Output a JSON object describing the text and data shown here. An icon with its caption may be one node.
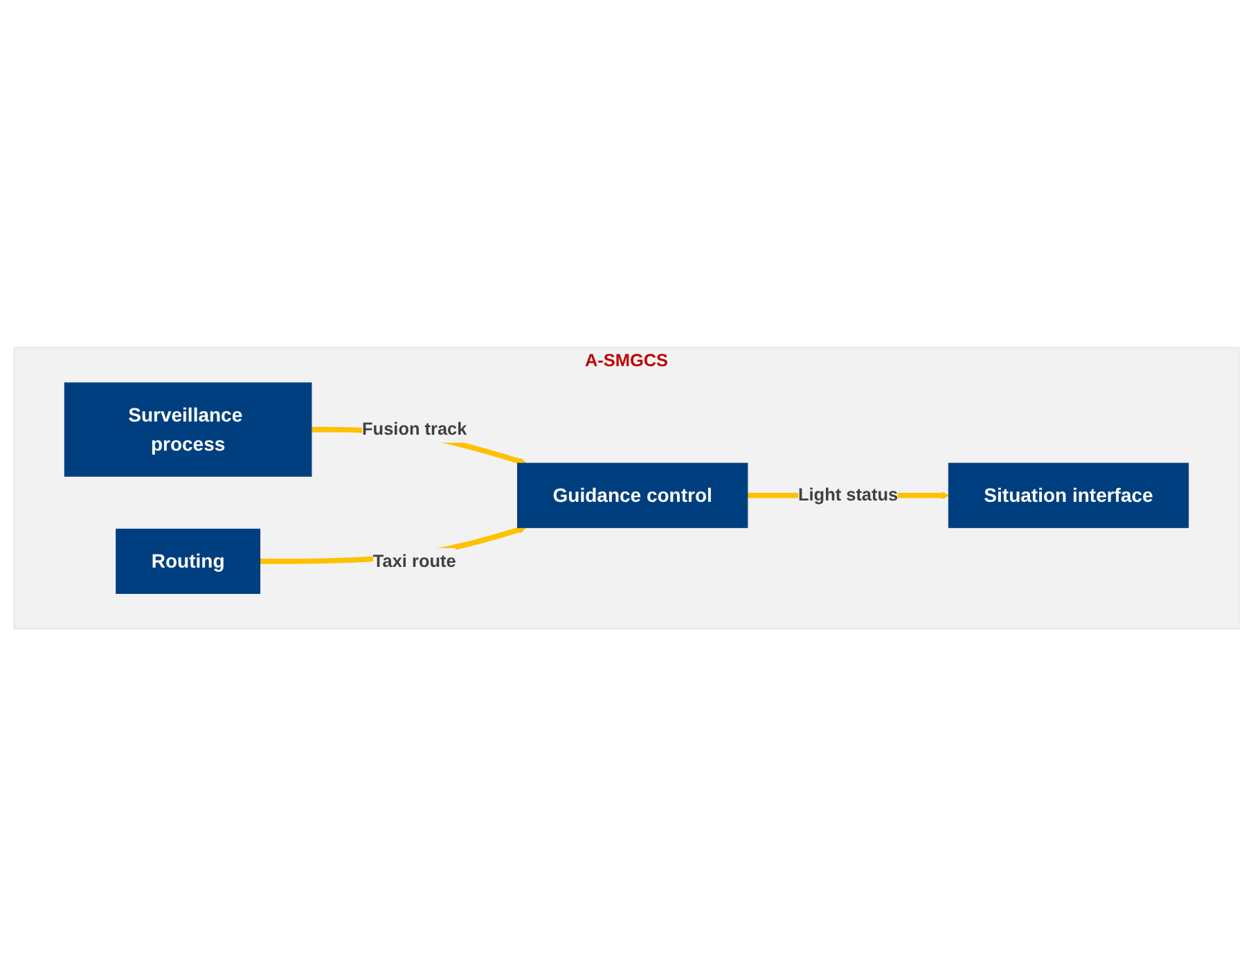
{
  "diagram": {
    "nodes": [
      {
        "text": [
          "A-SMGCS"
        ]
      },
      {
        "text": [
          "Situation interface"
        ],
        "in": 0
      },
      {
        "text": [
          "Surveillance process"
        ],
        "in": 0
      },
      {
        "text": [
          "Guidance control"
        ],
        "in": 0
      },
      {
        "text": [
          "Routing"
        ],
        "in": 0
      }
    ],
    "edges": [
      {
        "from": 2,
        "to": 3,
        "arrow": "to",
        "label": "Fusion track"
      },
      {
        "from": 3,
        "to": 1,
        "arrow": "to",
        "label": "Light status"
      },
      {
        "from": 4,
        "to": 3,
        "arrow": "to",
        "label": "Taxi route"
      }
    ]
  }
}
